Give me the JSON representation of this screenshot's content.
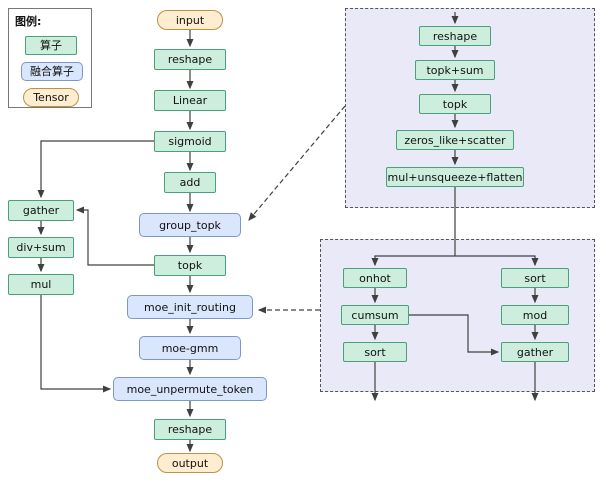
{
  "diagram": {
    "legend": {
      "title": "图例:",
      "operator_label": "算子",
      "fused_label": "融合算子",
      "tensor_label": "Tensor"
    },
    "main_flow": {
      "input": "input",
      "reshape1": "reshape",
      "linear": "Linear",
      "sigmoid": "sigmoid",
      "add": "add",
      "group_topk": "group_topk",
      "topk": "topk",
      "moe_init_routing": "moe_init_routing",
      "moe_gmm": "moe-gmm",
      "moe_unpermute_token": "moe_unpermute_token",
      "reshape2": "reshape",
      "output": "output"
    },
    "left_branch": {
      "gather": "gather",
      "div_sum": "div+sum",
      "mul": "mul"
    },
    "group_topk_detail": {
      "reshape": "reshape",
      "topk_sum": "topk+sum",
      "topk": "topk",
      "zeros_like_scatter": "zeros_like+scatter",
      "mul_unsqueeze_flatten": "mul+unsqueeze+flatten"
    },
    "routing_detail": {
      "onhot": "onhot",
      "cumsum": "cumsum",
      "sort_left": "sort",
      "sort_right": "sort",
      "mod": "mod",
      "gather": "gather"
    },
    "colors": {
      "operator_fill": "#cdeedd",
      "operator_stroke": "#4a9f7c",
      "fused_fill": "#d9e6fb",
      "fused_stroke": "#7c97cd",
      "tensor_fill": "#ffedd1",
      "tensor_stroke": "#c09143",
      "detail_panel_fill": "#e9e9f8",
      "panel_border": "#555555",
      "line": "#404040"
    }
  }
}
